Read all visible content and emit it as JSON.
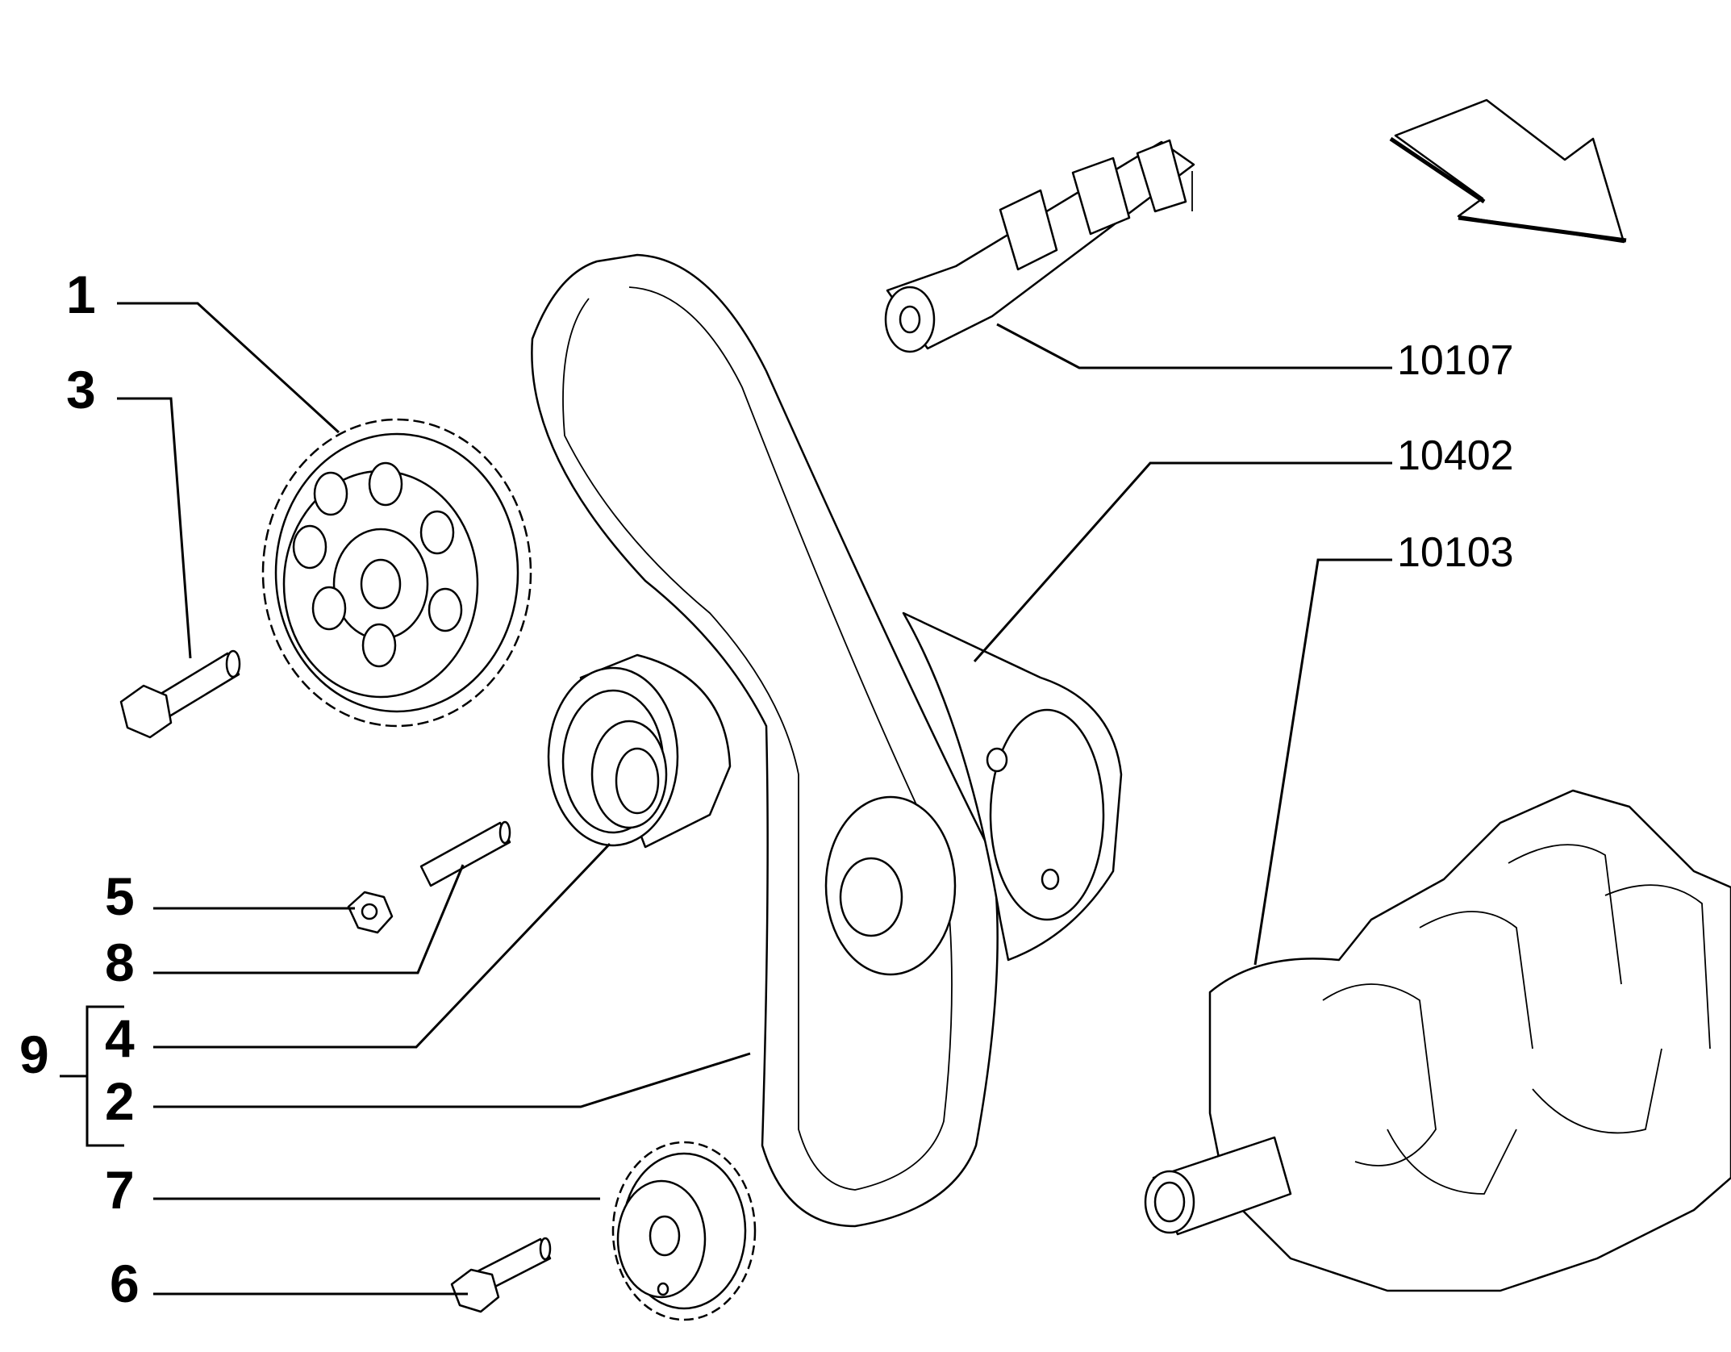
{
  "callouts": {
    "c1": "1",
    "c3": "3",
    "c5": "5",
    "c8": "8",
    "c9": "9",
    "c4": "4",
    "c2": "2",
    "c7": "7",
    "c6": "6",
    "r10107": "10107",
    "r10402": "10402",
    "r10103": "10103"
  },
  "icons": {
    "arrow": "direction-arrow-icon"
  }
}
